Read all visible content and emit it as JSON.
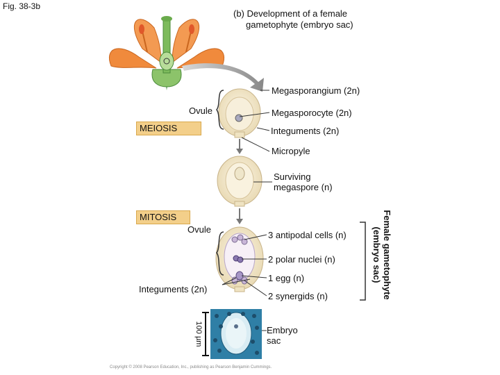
{
  "fig_label": "Fig. 38-3b",
  "title": {
    "part": "(b)",
    "line1": "Development of a female",
    "line2": "gametophyte (embryo sac)"
  },
  "labels": {
    "megasporangium": "Megasporangium (2n)",
    "ovule_top": "Ovule",
    "megasporocyte": "Megasporocyte (2n)",
    "integuments_top": "Integuments (2n)",
    "micropyle": "Micropyle",
    "surviving_1": "Surviving",
    "surviving_2": "megaspore (n)",
    "ovule_mid": "Ovule",
    "antipodal": "3 antipodal cells (n)",
    "polar": "2 polar nuclei (n)",
    "egg": "1 egg (n)",
    "integuments_bottom": "Integuments (2n)",
    "synergids": "2 synergids (n)",
    "embryo_1": "Embryo",
    "embryo_2": "sac",
    "scale": "100 µm",
    "bracket_1": "Female gametophyte",
    "bracket_2": "(embryo sac)"
  },
  "process": {
    "meiosis": "MEIOSIS",
    "mitosis": "MITOSIS"
  },
  "copyright": "Copyright © 2008 Pearson Education, Inc., publishing as Pearson Benjamin Cummings.",
  "colors": {
    "process_box": "#f3cf8a",
    "flower_petal": "#f08a3c",
    "stem": "#5aa05a",
    "ovule_fill": "#f4ead2",
    "ovule_outline": "#c8b48a",
    "micrograph_bg": "#2f7fa6"
  }
}
